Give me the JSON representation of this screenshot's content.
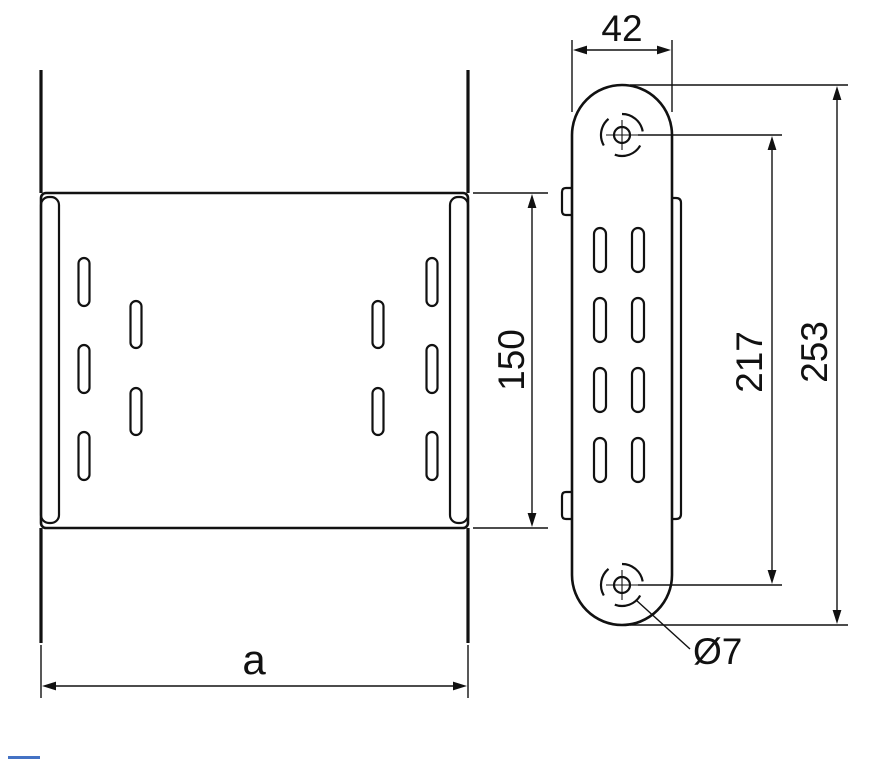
{
  "colors": {
    "line": "#111111",
    "background": "#ffffff",
    "corner_mark": "#4472c4"
  },
  "drawing": {
    "front_view": {
      "height_dim": "150",
      "width_dim": "a"
    },
    "side_view": {
      "width_dim": "42",
      "hole_spacing_dim": "217",
      "overall_height_dim": "253",
      "hole_diameter_callout": "Ø7"
    }
  }
}
